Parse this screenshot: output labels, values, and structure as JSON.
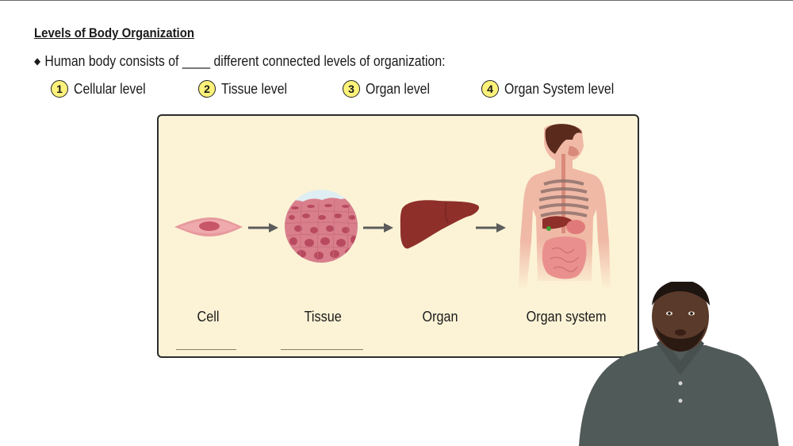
{
  "slide": {
    "title": "Levels of Body Organization",
    "bullet": {
      "icon": "diamond-bullet-icon",
      "text": "Human body consists of ____ different connected levels of organization:"
    },
    "levels": [
      {
        "number": "1",
        "label": "Cellular level"
      },
      {
        "number": "2",
        "label": "Tissue level"
      },
      {
        "number": "3",
        "label": "Organ level"
      },
      {
        "number": "4",
        "label": "Organ System level"
      }
    ],
    "diagram": {
      "background": "#fcf3d6",
      "stages": [
        {
          "label": "Cell",
          "image": "cell-illustration"
        },
        {
          "label": "Tissue",
          "image": "tissue-illustration"
        },
        {
          "label": "Organ",
          "image": "liver-illustration"
        },
        {
          "label": "Organ system",
          "image": "digestive-system-illustration"
        }
      ],
      "answer_blanks": 2
    }
  },
  "colors": {
    "number_badge": "#fdf27a",
    "organ": "#8e2f2a",
    "cell": "#e79a9e",
    "arrow": "#5c5c5c"
  },
  "presenter": {
    "shirt": "#505a58"
  }
}
